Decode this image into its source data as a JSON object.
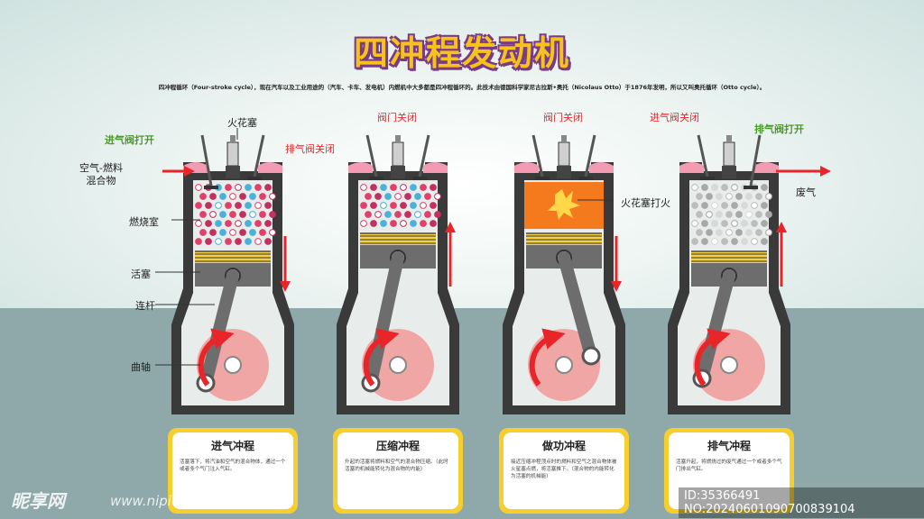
{
  "title": "四冲程发动机",
  "intro": "四冲程循环（Four-stroke cycle），现在汽车以及工业用途的（汽车、卡车、发电机）内燃机中大多都是四冲程循环的。此技术由德国科学家尼古拉斯•奥托（Nicolaus Otto）于1876年发明，所以又叫奥托循环（Otto cycle）。",
  "labels": {
    "spark_plug": "火花塞",
    "intake_open_1": "进气阀打开",
    "exhaust_closed_1": "排气阀关闭",
    "mixture": "空气-燃料\n混合物",
    "chamber": "燃烧室",
    "piston": "活塞",
    "rod": "连杆",
    "crank": "曲轴",
    "valves_closed_2": "阀门关闭",
    "valves_closed_3": "阀门关闭",
    "spark_fire": "火花塞打火",
    "intake_closed_4": "进气阀关闭",
    "exhaust_open_4": "排气阀打开",
    "exhaust_gas": "废气"
  },
  "strokes": [
    {
      "title": "进气冲程",
      "text": "活塞落下，将汽油和空气的混合物体，通过一个或者多个气门注入气缸。"
    },
    {
      "title": "压缩冲程",
      "text": "升起的活塞将燃料和空气的混合物压缩。（此时活塞的机械能转化为混合物的内能）"
    },
    {
      "title": "做功冲程",
      "text": "接近压缩冲程顶点时的燃料和空气之混合物体被火星塞点燃，将活塞推下。（混合物的内能转化为活塞的机械能）"
    },
    {
      "title": "排气冲程",
      "text": "活塞升起，将燃烧过的废气通过一个或者多个气门排出气缸。"
    }
  ],
  "colors": {
    "title_fill": "#f6c21c",
    "title_outline": "#7a3b86",
    "label_red": "#e8262a",
    "label_green": "#4d9a2c",
    "card_border": "#f6cf2f",
    "wall": "#3a3a3a",
    "fire": "#f57a1e",
    "crank": "#f29a9a"
  },
  "watermark": {
    "logo": "昵享网",
    "url": "www.nipic.cc",
    "id": "ID:35366491 NO:20240601090700839104"
  }
}
